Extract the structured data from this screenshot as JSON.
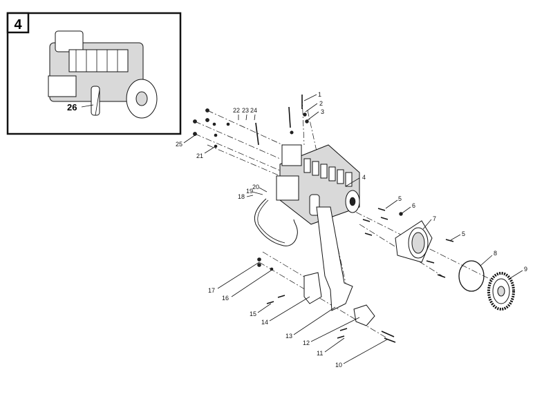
{
  "inset": {
    "badge": "4",
    "callout": "26"
  },
  "callouts": {
    "c1": "1",
    "c2": "2",
    "c3": "3",
    "c4": "4",
    "c5a": "5",
    "c5b": "5",
    "c6": "6",
    "c7": "7",
    "c8": "8",
    "c9": "9",
    "c10": "10",
    "c11": "11",
    "c12": "12",
    "c13": "13",
    "c14": "14",
    "c15": "15",
    "c16": "16",
    "c17": "17",
    "c18": "18",
    "c19": "19",
    "c20": "20",
    "c21": "21",
    "c22": "22",
    "c23": "23",
    "c24": "24",
    "c25": "25"
  },
  "colors": {
    "line": "#111111",
    "fill": "#ffffff",
    "shade": "#d9d9d9"
  }
}
